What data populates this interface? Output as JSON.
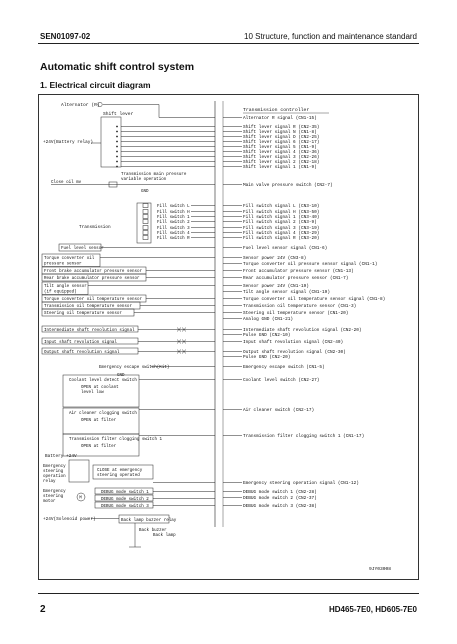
{
  "header": {
    "doc_code": "SEN01097-02",
    "section": "10 Structure, function and maintenance standard"
  },
  "title": "Automatic shift control system",
  "subtitle": "1.  Electrical circuit diagram",
  "diagram": {
    "left_labels": [
      {
        "id": "alternator",
        "text": "Alternator (R)"
      },
      {
        "id": "shift-lever",
        "text": "Shift lever"
      },
      {
        "id": "battery-relay",
        "text": "+24V(Battery relay)"
      },
      {
        "id": "close-oil-mv",
        "text": "Close oil mv"
      },
      {
        "id": "trans-main-pressure",
        "text": "Transmission main pressure"
      },
      {
        "id": "variable-operation",
        "text": "variable operation"
      },
      {
        "id": "transmission",
        "text": "Transmission"
      },
      {
        "id": "fuel-level",
        "text": "Fuel level sensor"
      },
      {
        "id": "tc-oil-1",
        "text": "Torque converter oil"
      },
      {
        "id": "tc-oil-2",
        "text": "pressure sensor"
      },
      {
        "id": "front-brake",
        "text": "Front brake accumulator pressure sensor"
      },
      {
        "id": "rear-brake",
        "text": "Rear brake accumulator pressure sensor"
      },
      {
        "id": "tilt-angle-1",
        "text": "Tilt angle sensor"
      },
      {
        "id": "tilt-angle-2",
        "text": "(if equipped)"
      },
      {
        "id": "tc-temp",
        "text": "Torque converter oil temperature sensor"
      },
      {
        "id": "trans-temp",
        "text": "Transmission oil temperature sensor"
      },
      {
        "id": "steer-temp",
        "text": "Steering oil temperature sensor"
      },
      {
        "id": "inter-rev",
        "text": "Intermediate shaft revolution signal"
      },
      {
        "id": "input-rev",
        "text": "Input shaft revolution signal"
      },
      {
        "id": "output-rev",
        "text": "Output shaft revolution signal"
      },
      {
        "id": "emerg-escape",
        "text": "Emergency escape switch(Kit)"
      },
      {
        "id": "coolant-switch",
        "text": "Coolant level detect switch"
      },
      {
        "id": "coolant-open-1",
        "text": "OPEN at coolant"
      },
      {
        "id": "coolant-open-2",
        "text": "level low"
      },
      {
        "id": "air-cleaner",
        "text": "Air cleaner clogging switch"
      },
      {
        "id": "air-open",
        "text": "OPEN at filter"
      },
      {
        "id": "trans-filter-1",
        "text": "Transmission filter clogging switch 1"
      },
      {
        "id": "trans-filter-open",
        "text": "OPEN at filter"
      },
      {
        "id": "battery-24v",
        "text": "Battery +24V"
      },
      {
        "id": "emerg-relay-1",
        "text": "Emergency"
      },
      {
        "id": "emerg-relay-2",
        "text": "steering"
      },
      {
        "id": "emerg-relay-3",
        "text": "operation"
      },
      {
        "id": "emerg-relay-4",
        "text": "relay"
      },
      {
        "id": "close-emerg-1",
        "text": "CLOSE at emergency"
      },
      {
        "id": "close-emerg-2",
        "text": "steering operated"
      },
      {
        "id": "emerg-motor-1",
        "text": "Emergency"
      },
      {
        "id": "emerg-motor-2",
        "text": "steering"
      },
      {
        "id": "emerg-motor-3",
        "text": "motor"
      },
      {
        "id": "debug-1",
        "text": "DEBUG mode switch 1"
      },
      {
        "id": "debug-2",
        "text": "DEBUG mode switch 2"
      },
      {
        "id": "debug-3",
        "text": "DEBUG mode switch 3"
      },
      {
        "id": "solenoid-power",
        "text": "+24V(Solenoid power)"
      },
      {
        "id": "back-lamp-relay",
        "text": "Back lamp buzzer relay"
      },
      {
        "id": "back-buzzer",
        "text": "Back buzzer"
      },
      {
        "id": "back-lamp",
        "text": "Back lamp"
      }
    ],
    "fill_switches": [
      "Fill switch L",
      "Fill switch H",
      "Fill switch 1",
      "Fill switch 2",
      "Fill switch 3",
      "Fill switch 4",
      "Fill switch R"
    ],
    "gnd_label": "GND",
    "controller_title": "Transmission controller",
    "controller_signals": [
      "Alternator R signal (CN1-15)",
      "Shift lever signal R (CN2-35)",
      "Shift lever signal N (CN1-8)",
      "Shift lever signal D (CN2-25)",
      "Shift lever signal 6 (CN2-17)",
      "Shift lever signal 5 (CN1-9)",
      "Shift lever signal 4 (CN2-36)",
      "Shift lever signal 3 (CN2-26)",
      "Shift lever signal 2 (CN2-18)",
      "Shift lever signal 1 (CN1-9)",
      "Main valve pressure switch (CN2-7)",
      "Fill switch signal L (CN3-10)",
      "Fill switch signal H (CN3-50)",
      "Fill switch signal 1 (CN3-40)",
      "Fill switch signal 2 (CN3-9)",
      "Fill switch signal 3 (CN3-19)",
      "Fill switch signal 4 (CN3-29)",
      "Fill switch signal R (CN3-20)",
      "Fuel level sensor signal (CN1-6)",
      "Sensor power 24V (CN3-8)",
      "Torque converter oil pressure sensor signal (CN1-1)",
      "Front accumulator pressure sensor (CN1-13)",
      "Rear accumulator pressure sensor (CN1-7)",
      "Sensor power 24V (CN1-19)",
      "Tilt angle sensor signal (CN1-19)",
      "Torque converter oil temperature sensor signal (CN1-8)",
      "Transmission oil temperature sensor (CN1-3)",
      "Steering oil temperature sensor (CN1-20)",
      "Analog GND (CN1-21)",
      "Intermediate shaft revolution signal (CN2-20)",
      "Pulse GND (CN2-10)",
      "Input shaft revolution signal (CN2-40)",
      "Output shaft revolution signal (CN2-30)",
      "Pulse GND (CN2-20)",
      "Emergency escape switch (CN1-5)",
      "Coolant level switch (CN2-27)",
      "Air cleaner switch (CN2-17)",
      "Transmission filter clogging switch 1 (CN1-17)",
      "Emergency steering operation signal (CN1-12)",
      "DEBUG mode switch 1 (CN2-28)",
      "DEBUG mode switch 2 (CN2-37)",
      "DEBUG mode switch 3 (CN2-38)"
    ],
    "figure_code": "9JY03008"
  },
  "footer": {
    "page": "2",
    "models": "HD465-7E0, HD605-7E0"
  }
}
